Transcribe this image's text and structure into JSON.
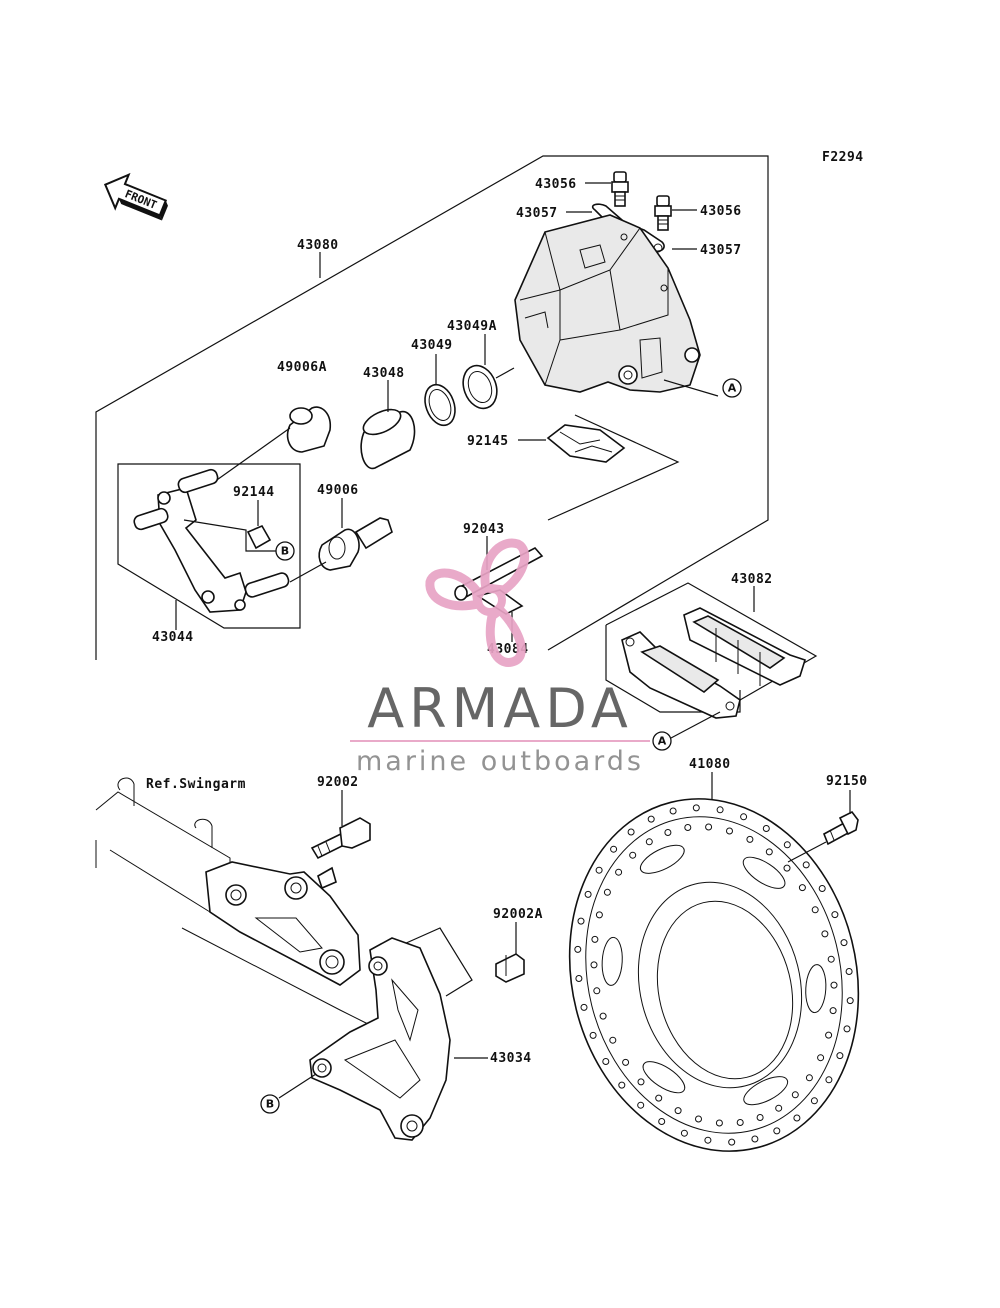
{
  "figure_code": "F2294",
  "front_label": "FRONT",
  "parts": {
    "p43056a": "43056",
    "p43057a": "43057",
    "p43056b": "43056",
    "p43057b": "43057",
    "p43080": "43080",
    "p43049A": "43049A",
    "p43049": "43049",
    "p49006A": "49006A",
    "p43048": "43048",
    "p92145": "92145",
    "p92144": "92144",
    "p49006": "49006",
    "p92043": "92043",
    "p43044": "43044",
    "p43084": "43084",
    "p43082": "43082",
    "p41080": "41080",
    "p92150": "92150",
    "p92002": "92002",
    "p92002A": "92002A",
    "p43034": "43034"
  },
  "reference_label": "Ref.Swingarm",
  "callouts": {
    "a1": "A",
    "a2": "A",
    "b1": "B",
    "b2": "B"
  },
  "watermark": {
    "title": "ARMADA",
    "subtitle": "marine outboards",
    "colors": {
      "logo": "#e8a3c5",
      "title": "#5a5a5a",
      "subtitle": "#8a8a8a"
    }
  }
}
